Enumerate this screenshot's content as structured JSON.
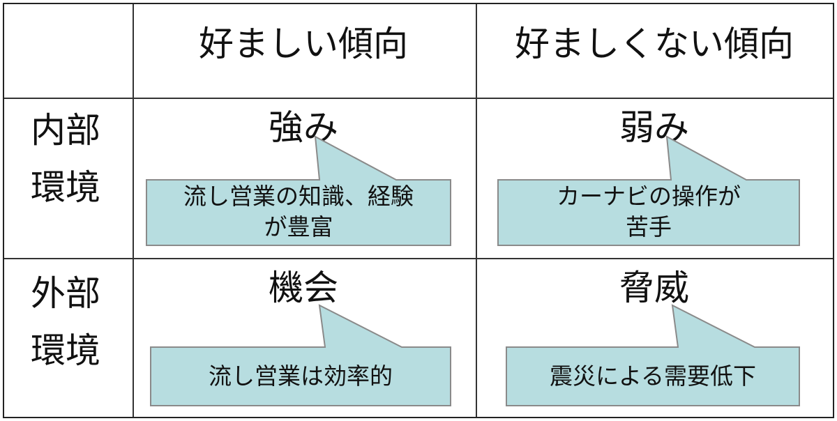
{
  "columns": {
    "favorable": "好ましい傾向",
    "unfavorable": "好ましくない傾向"
  },
  "rows": {
    "internal": [
      "内部",
      "環境"
    ],
    "external": [
      "外部",
      "環境"
    ]
  },
  "quadrants": {
    "strengths": {
      "title": "強み",
      "note_lines": [
        "流し営業の知識、経験",
        "が豊富"
      ]
    },
    "weaknesses": {
      "title": "弱み",
      "note_lines": [
        "カーナビの操作が",
        "苦手"
      ]
    },
    "opportunities": {
      "title": "機会",
      "note_lines": [
        "流し営業は効率的"
      ]
    },
    "threats": {
      "title": "脅威",
      "note_lines": [
        "震災による需要低下"
      ]
    }
  },
  "colors": {
    "callout_fill": "#b7dde0",
    "callout_stroke": "#8a8a8a",
    "grid_line": "#333333"
  }
}
